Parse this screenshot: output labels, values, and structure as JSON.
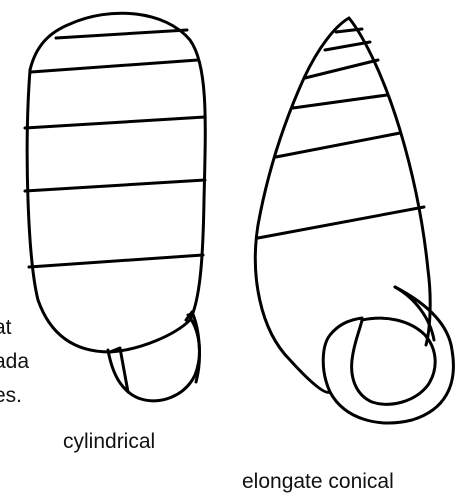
{
  "figure": {
    "shells": [
      {
        "name": "cylindrical",
        "caption": "cylindrical"
      },
      {
        "name": "elongate-conical",
        "caption": "elongate conical"
      }
    ],
    "cropped_left_text": [
      ".",
      "at",
      "ada",
      "es."
    ]
  },
  "style": {
    "stroke": "#000000",
    "background": "#ffffff"
  }
}
